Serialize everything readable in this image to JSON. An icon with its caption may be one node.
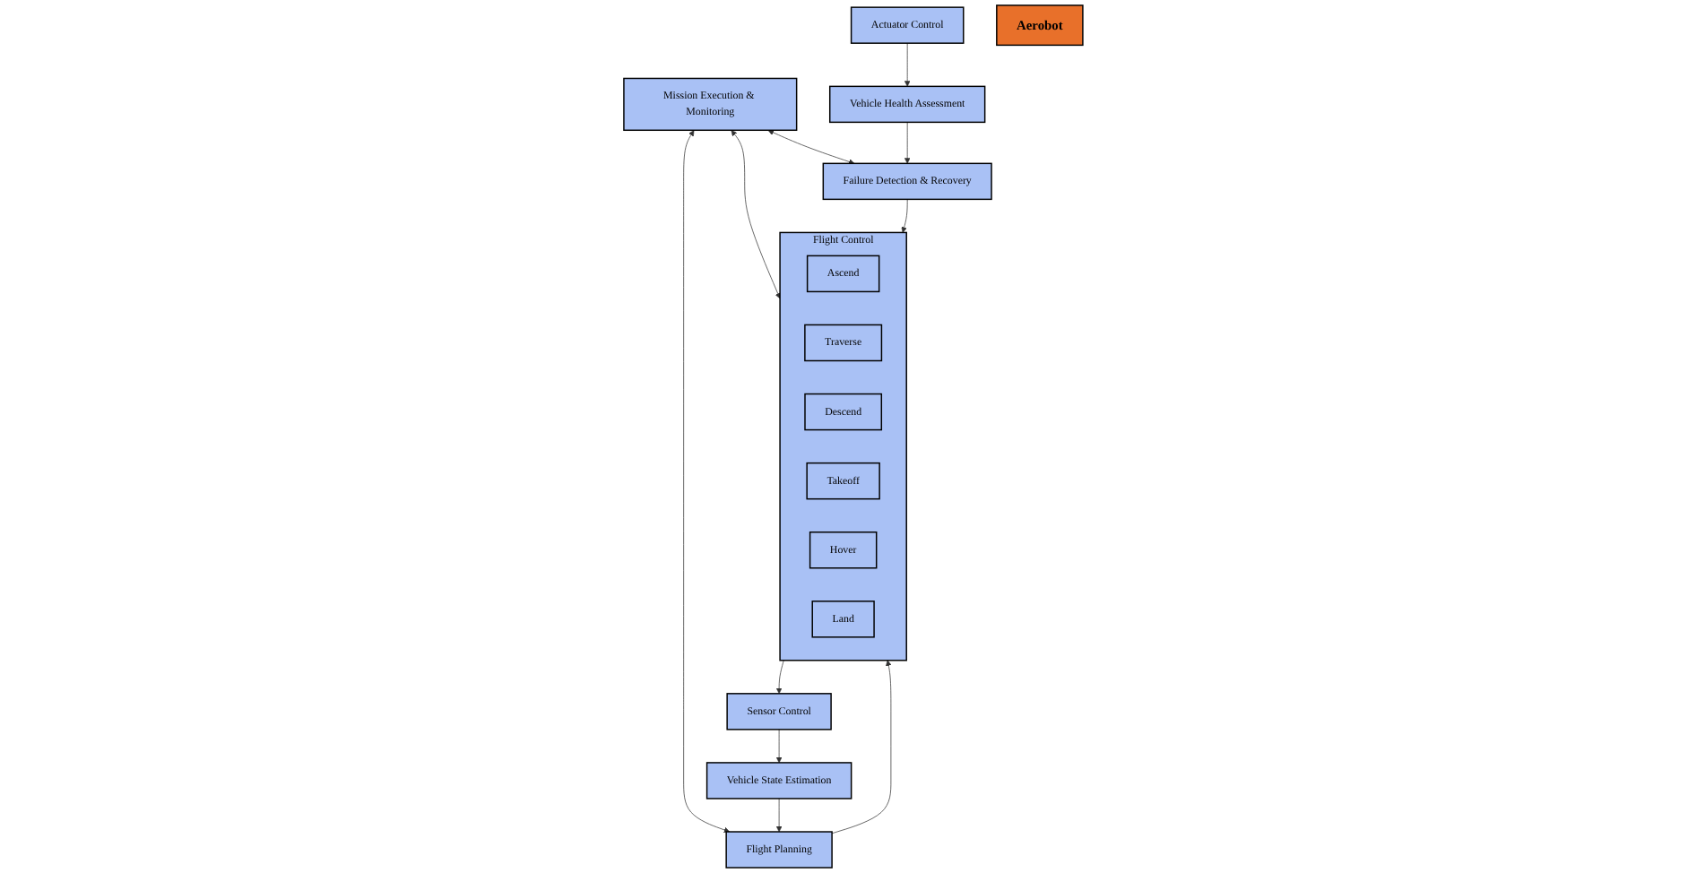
{
  "diagram": {
    "nodes": [
      {
        "text": [
          "Mission Execution & Monitoring"
        ]
      },
      {
        "text": [
          "Flight Planning"
        ]
      },
      {
        "text": [
          "Flight Control"
        ]
      },
      {
        "text": [
          "Ascend"
        ],
        "in": 2
      },
      {
        "text": [
          "Traverse"
        ],
        "in": 2
      },
      {
        "text": [
          "Descend"
        ],
        "in": 2
      },
      {
        "text": [
          "Takeoff"
        ],
        "in": 2
      },
      {
        "text": [
          "Hover"
        ],
        "in": 2
      },
      {
        "text": [
          "Land"
        ],
        "in": 2
      },
      {
        "text": [
          "Failure Detection & Recovery"
        ]
      },
      {
        "text": [
          "Vehicle State Estimation"
        ]
      },
      {
        "text": [
          "Sensor Control"
        ]
      },
      {
        "text": [
          "Actuator Control"
        ]
      },
      {
        "text": [
          "Vehicle Health Assessment"
        ]
      },
      {
        "text": [
          "Aerobot"
        ]
      }
    ],
    "edges": [
      {
        "from": 0,
        "to": 1,
        "arrow": "both"
      },
      {
        "from": 0,
        "to": 2,
        "arrow": "both"
      },
      {
        "from": 0,
        "to": 9,
        "arrow": "both"
      },
      {
        "from": 1,
        "to": 2,
        "arrow": "to"
      },
      {
        "from": 9,
        "to": 2,
        "arrow": "to"
      },
      {
        "from": 2,
        "to": 11,
        "arrow": "to"
      },
      {
        "from": 11,
        "to": 10,
        "arrow": "to"
      },
      {
        "from": 12,
        "to": 13,
        "arrow": "to"
      },
      {
        "from": 10,
        "to": 1,
        "arrow": "to"
      },
      {
        "from": 13,
        "to": 9,
        "arrow": "to"
      }
    ]
  }
}
